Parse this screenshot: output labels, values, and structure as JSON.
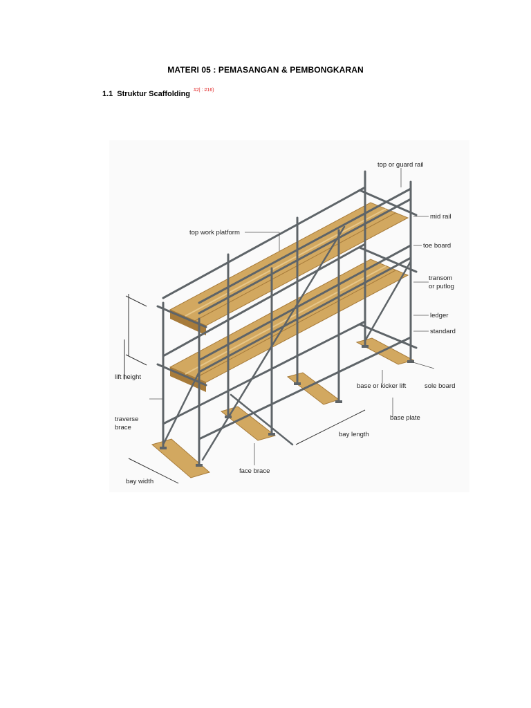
{
  "document": {
    "title": "MATERI 05 : PEMASANGAN & PEMBONGKARAN",
    "section": {
      "number": "1.1",
      "heading": "Struktur Scaffolding",
      "reference": "#2| : #16)"
    }
  },
  "figure": {
    "labels": {
      "top_or_guard_rail": "top or guard rail",
      "mid_rail": "mid rail",
      "top_work_platform": "top work platform",
      "toe_board": "toe board",
      "transom_or_putlog_1": "transom",
      "transom_or_putlog_2": "or putlog",
      "ledger": "ledger",
      "standard": "standard",
      "lift_height": "lift height",
      "base_or_kicker_lift": "base or kicker lift",
      "sole_board": "sole board",
      "traverse_brace_1": "traverse",
      "traverse_brace_2": "brace",
      "base_plate": "base plate",
      "bay_length": "bay length",
      "face_brace": "face brace",
      "bay_width": "bay width"
    },
    "colors": {
      "steel": "#5e6468",
      "steel_light": "#9aa0a4",
      "timber": "#d2a860",
      "timber_dark": "#a77b3a",
      "timber_light": "#e6c68a",
      "leader": "#555555"
    }
  }
}
